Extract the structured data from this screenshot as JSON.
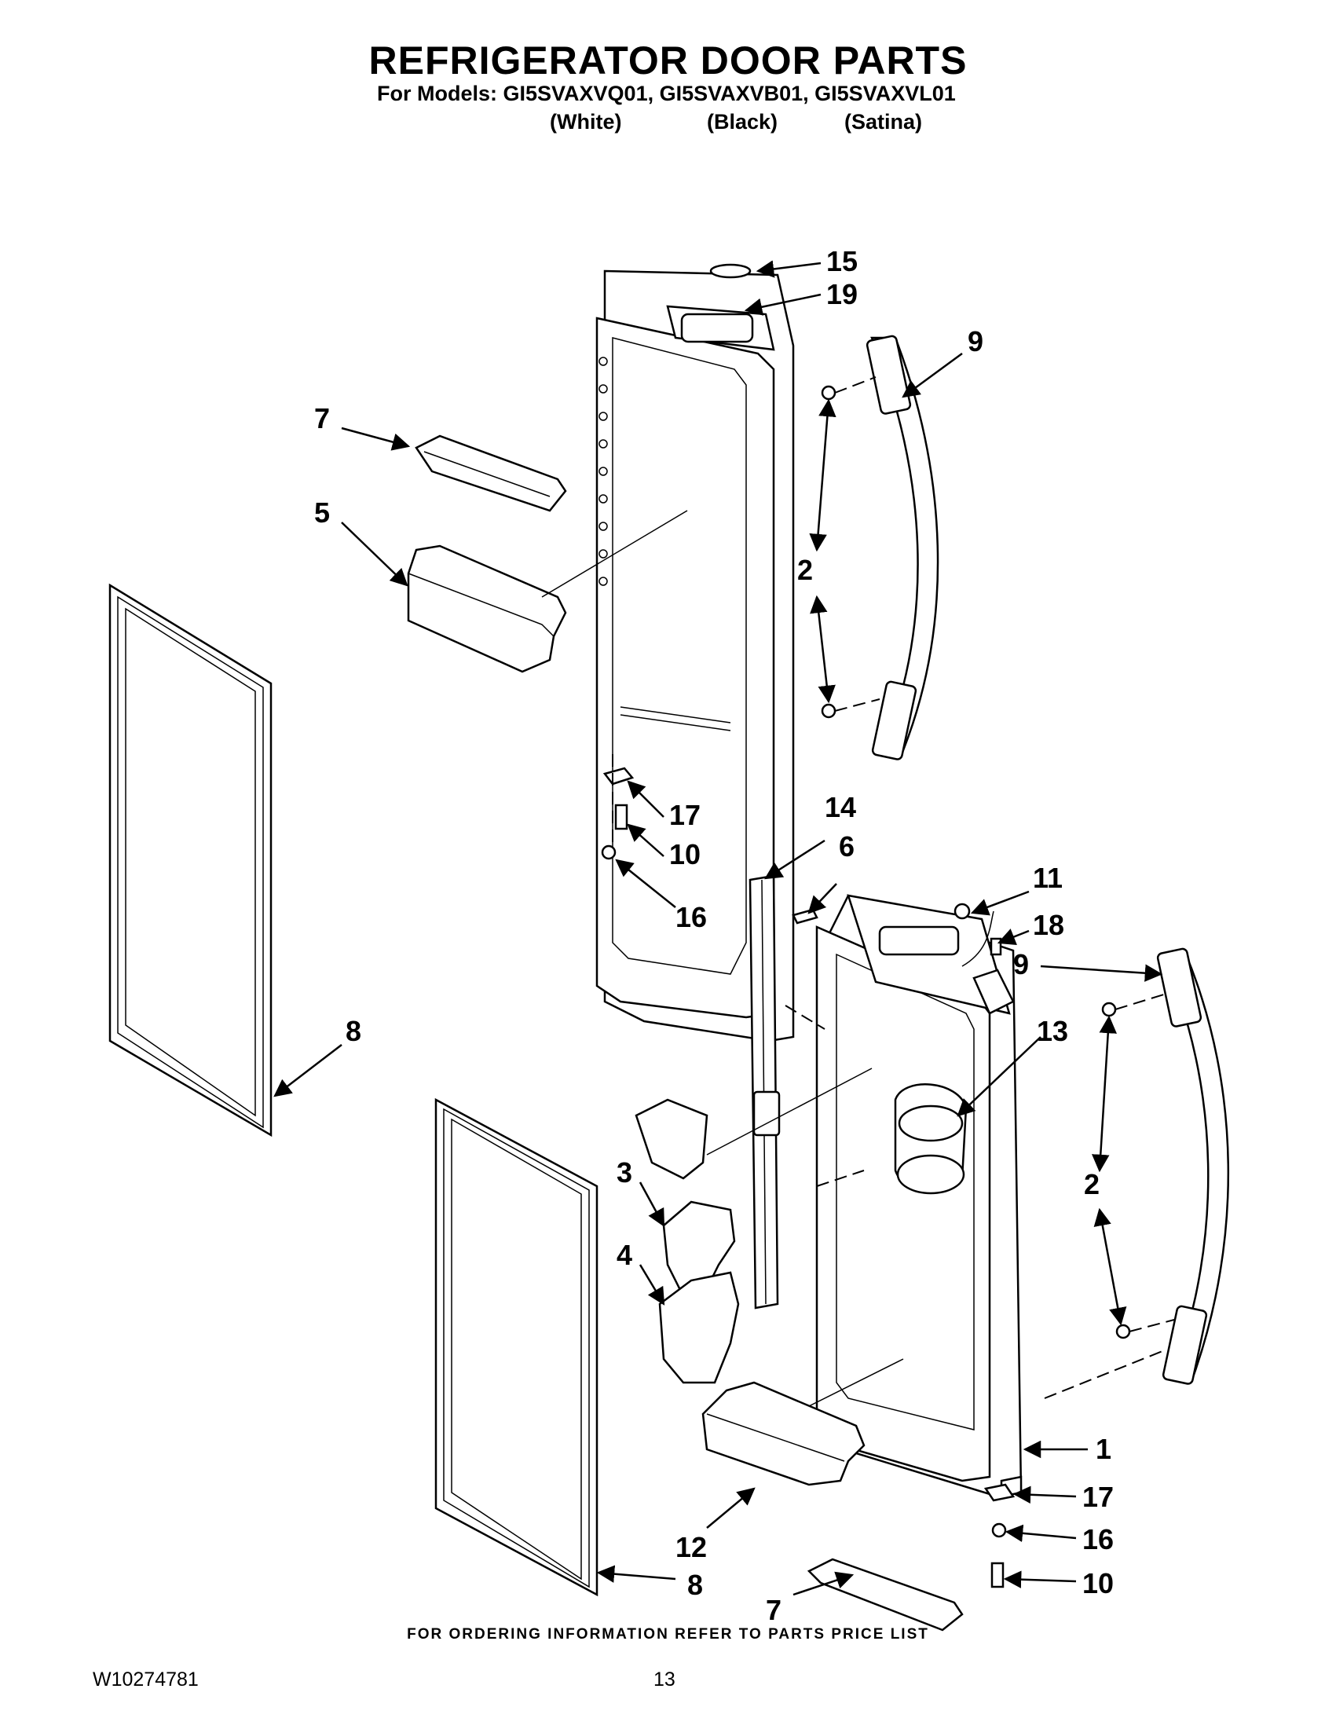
{
  "header": {
    "title": "REFRIGERATOR DOOR PARTS",
    "models": "For Models: GI5SVAXVQ01, GI5SVAXVB01, GI5SVAXVL01",
    "color_white": "(White)",
    "color_black": "(Black)",
    "color_satina": "(Satina)"
  },
  "callouts": {
    "c15": "15",
    "c19": "19",
    "c9a": "9",
    "c7a": "7",
    "c5": "5",
    "c2a": "2",
    "c17a": "17",
    "c10a": "10",
    "c16a": "16",
    "c14": "14",
    "c6": "6",
    "c11": "11",
    "c18": "18",
    "c9b": "9",
    "c13": "13",
    "c8a": "8",
    "c3": "3",
    "c4": "4",
    "c2b": "2",
    "c1": "1",
    "c17b": "17",
    "c12": "12",
    "c16b": "16",
    "c10b": "10",
    "c8b": "8",
    "c7b": "7"
  },
  "footer": {
    "ordering_note": "FOR ORDERING INFORMATION REFER TO PARTS PRICE LIST",
    "doc_number": "W10274781",
    "page_number": "13"
  }
}
